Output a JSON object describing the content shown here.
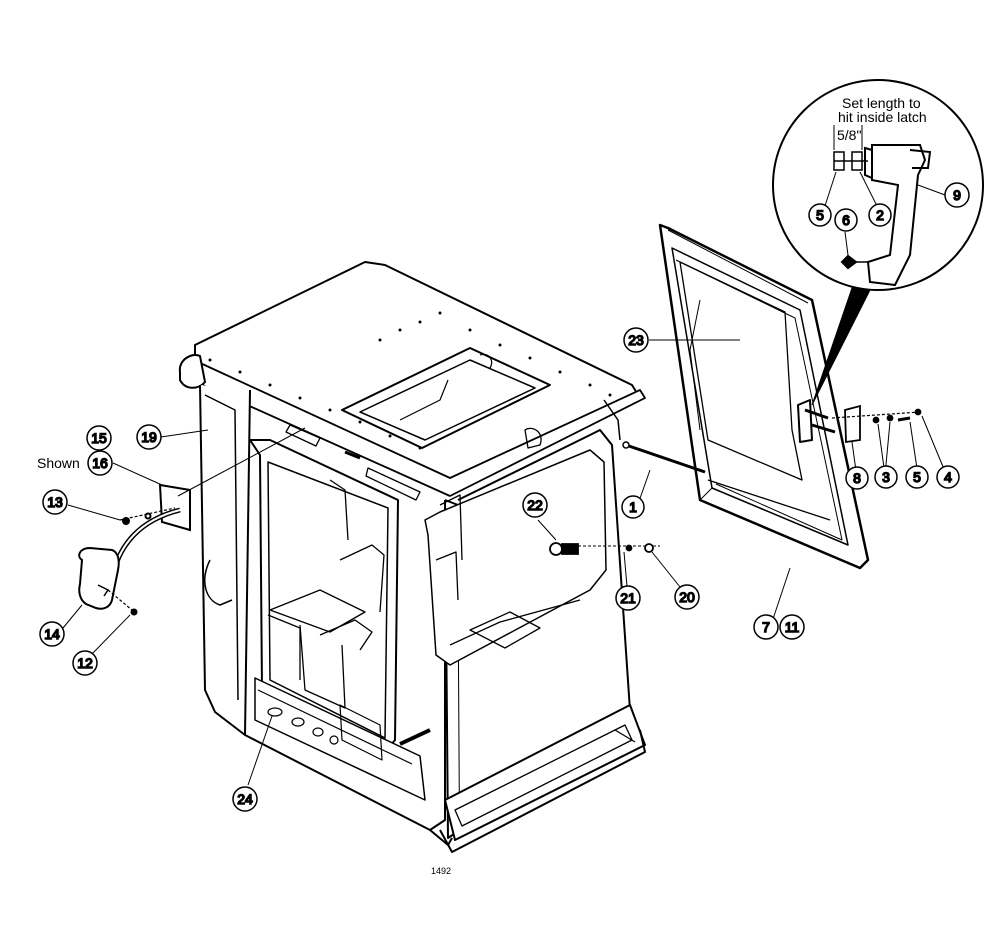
{
  "diagram": {
    "figure_number": "1492",
    "shown_label": "Shown",
    "detail_note_line1": "Set length to",
    "detail_note_line2": "hit inside latch",
    "dimension_label": "5/8\"",
    "callouts": {
      "c1": "1",
      "c2": "2",
      "c3": "3",
      "c4": "4",
      "c5a": "5",
      "c5b": "5",
      "c6": "6",
      "c7": "7",
      "c8": "8",
      "c9": "9",
      "c11": "11",
      "c12": "12",
      "c13": "13",
      "c14": "14",
      "c15": "15",
      "c16": "16",
      "c19": "19",
      "c20": "20",
      "c21": "21",
      "c22": "22",
      "c23": "23",
      "c24": "24"
    }
  }
}
